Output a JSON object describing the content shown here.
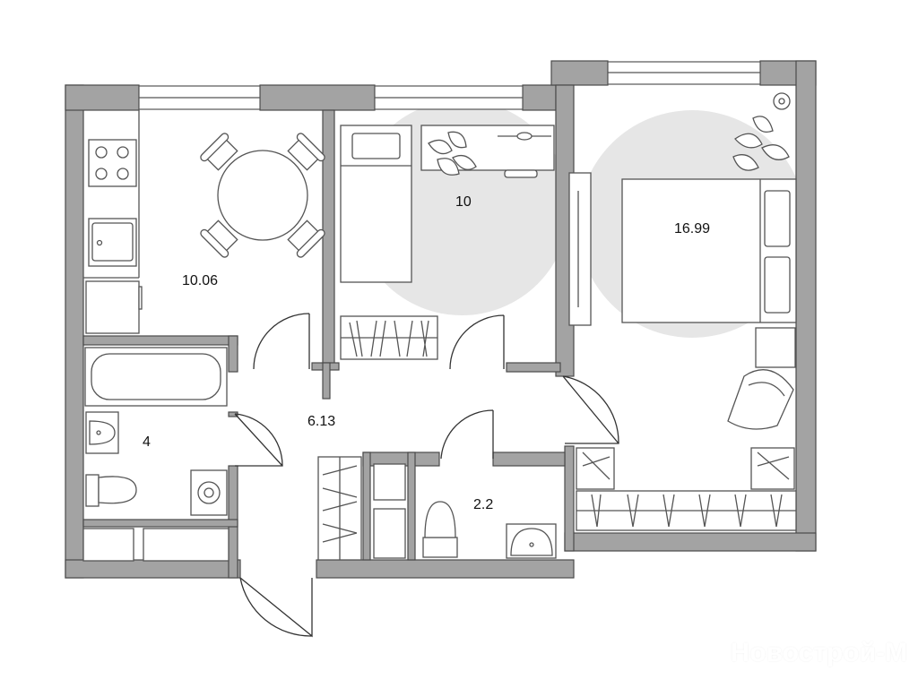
{
  "plan": {
    "rooms": [
      {
        "name": "kitchen",
        "area": "10.06"
      },
      {
        "name": "bedroom-small",
        "area": "10"
      },
      {
        "name": "bedroom-large",
        "area": "16.99"
      },
      {
        "name": "hallway",
        "area": "6.13"
      },
      {
        "name": "bathroom",
        "area": "4"
      },
      {
        "name": "toilet",
        "area": "2.2"
      }
    ],
    "watermark": "Новострой-М",
    "colors": {
      "wall": "#a3a3a3",
      "zone": "#e6e6e6"
    }
  }
}
